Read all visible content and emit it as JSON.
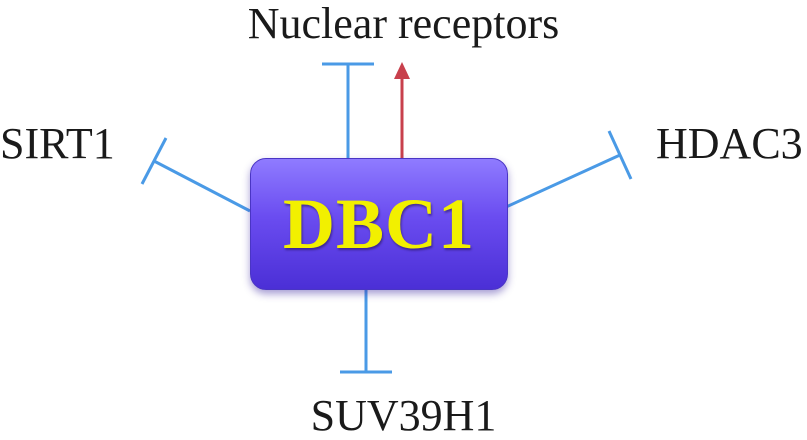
{
  "diagram": {
    "center": {
      "label": "DBC1"
    },
    "nodes": {
      "top": "Nuclear receptors",
      "left": "SIRT1",
      "right": "HDAC3",
      "bottom": "SUV39H1"
    },
    "edges": [
      {
        "from": "DBC1",
        "to": "Nuclear receptors",
        "type": "inhibition"
      },
      {
        "from": "DBC1",
        "to": "Nuclear receptors",
        "type": "activation"
      },
      {
        "from": "DBC1",
        "to": "SIRT1",
        "type": "inhibition"
      },
      {
        "from": "DBC1",
        "to": "HDAC3",
        "type": "inhibition"
      },
      {
        "from": "DBC1",
        "to": "SUV39H1",
        "type": "inhibition"
      }
    ],
    "colors": {
      "inhibition": "#4a9ae6",
      "activation": "#c8404c",
      "node_fill": "#6a4cf0",
      "node_text": "#f2f000"
    }
  }
}
